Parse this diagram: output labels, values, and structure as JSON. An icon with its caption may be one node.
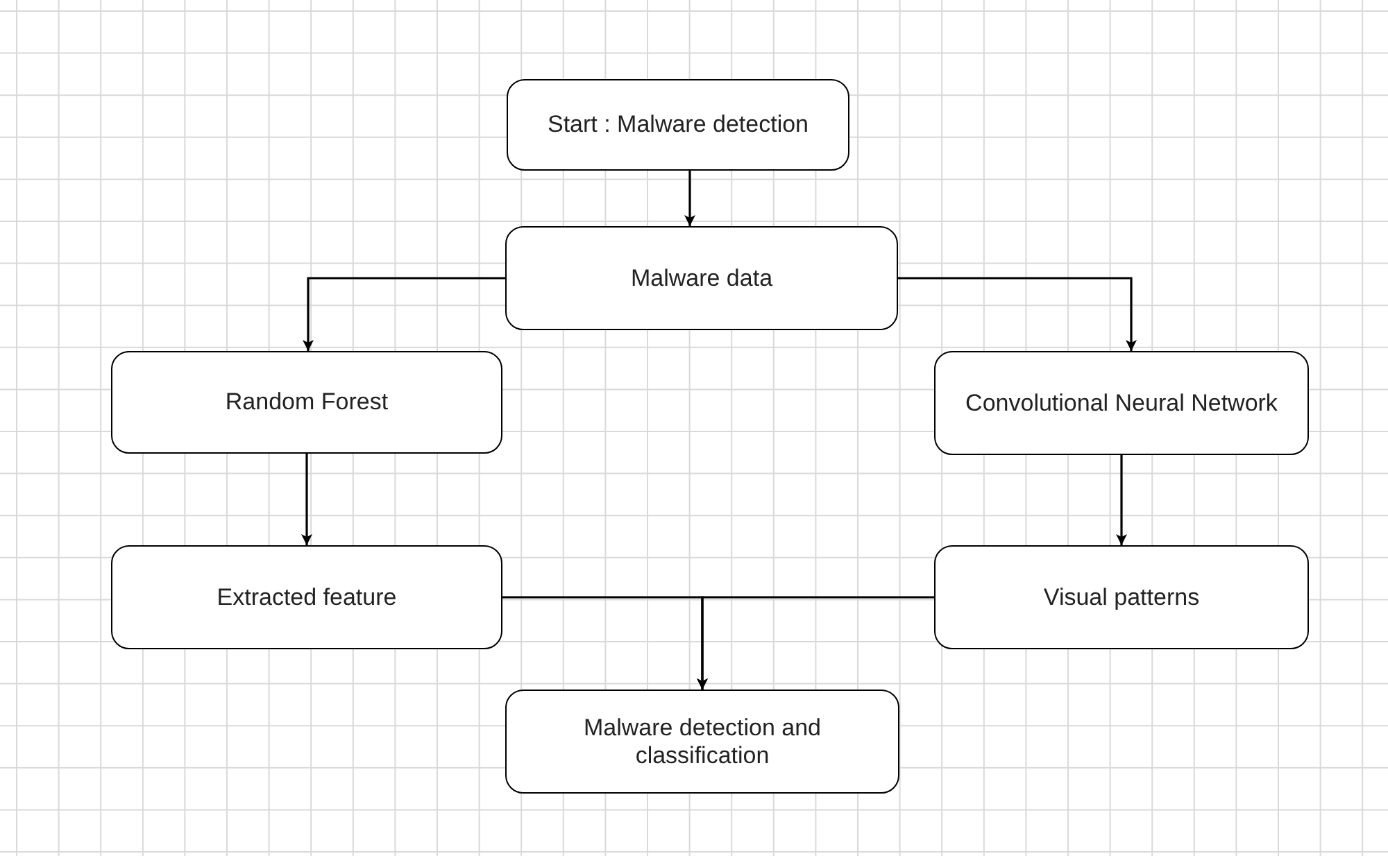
{
  "diagram": {
    "nodes": [
      {
        "text": [
          "Start : Malware detection"
        ]
      },
      {
        "text": [
          "Malware data"
        ]
      },
      {
        "text": [
          "Random Forest"
        ]
      },
      {
        "text": [
          "Convolutional Neural Network"
        ]
      },
      {
        "text": [
          "Extracted feature"
        ]
      },
      {
        "text": [
          "Visual patterns"
        ]
      },
      {
        "text": [
          "Malware detection and classification"
        ]
      }
    ],
    "edges": [
      {
        "from": 0,
        "to": 1,
        "arrow": "to"
      },
      {
        "from": 1,
        "to": 2,
        "arrow": "to"
      },
      {
        "from": 1,
        "to": 3,
        "arrow": "to"
      },
      {
        "from": 2,
        "to": 4,
        "arrow": "to"
      },
      {
        "from": 3,
        "to": 5,
        "arrow": "to"
      },
      {
        "from": 4,
        "to": 6,
        "arrow": "to"
      },
      {
        "from": 5,
        "to": 6,
        "arrow": "to"
      }
    ]
  }
}
